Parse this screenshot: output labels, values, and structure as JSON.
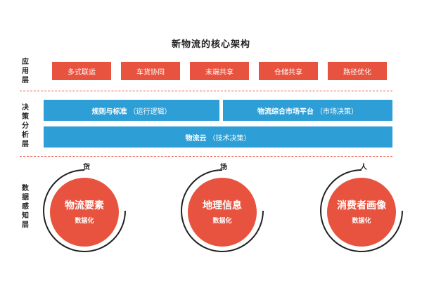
{
  "title": "新物流的核心架构",
  "layers": {
    "application": {
      "label": "应用层"
    },
    "decision": {
      "label": "决策分析层"
    },
    "perception": {
      "label": "数据感知层"
    }
  },
  "application_items": [
    "多式联运",
    "车货协同",
    "末端共享",
    "仓储共享",
    "路径优化"
  ],
  "decision_items": {
    "rules": {
      "main": "规则与标准",
      "sub": "（运行逻辑）"
    },
    "market": {
      "main": "物流综合市场平台",
      "sub": "（市场决策）"
    },
    "cloud": {
      "main": "物流云",
      "sub": "（技术决策）"
    }
  },
  "perception_items": [
    {
      "tag": "货",
      "name": "物流要素",
      "sub": "数据化"
    },
    {
      "tag": "场",
      "name": "地理信息",
      "sub": "数据化"
    },
    {
      "tag": "人",
      "name": "消费者画像",
      "sub": "数据化"
    }
  ],
  "colors": {
    "red": "#e8533f",
    "blue": "#2e9fd6",
    "divider": "#e8533f",
    "arc": "#222222"
  }
}
